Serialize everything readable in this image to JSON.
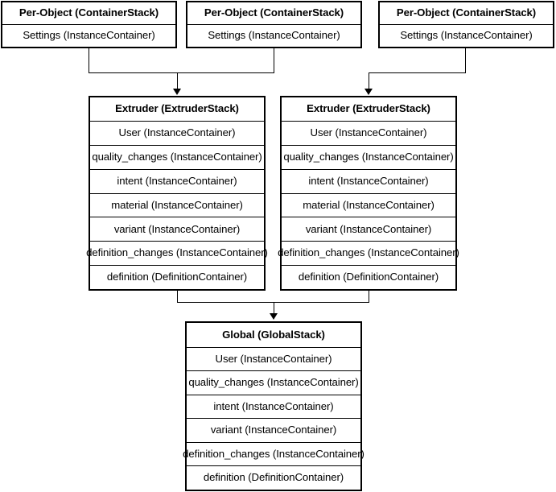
{
  "diagram": {
    "title": "Cura container stack hierarchy",
    "background_color": "#ffffff",
    "line_color": "#000000",
    "text_color": "#000000"
  },
  "boxes": [
    {
      "id": "per-object-1",
      "header": "Per-Object (ContainerStack)",
      "rows": [
        "Settings (InstanceContainer)"
      ]
    },
    {
      "id": "per-object-2",
      "header": "Per-Object (ContainerStack)",
      "rows": [
        "Settings (InstanceContainer)"
      ]
    },
    {
      "id": "per-object-3",
      "header": "Per-Object (ContainerStack)",
      "rows": [
        "Settings (InstanceContainer)"
      ]
    },
    {
      "id": "extruder-1",
      "header": "Extruder (ExtruderStack)",
      "rows": [
        "User (InstanceContainer)",
        "quality_changes (InstanceContainer)",
        "intent (InstanceContainer)",
        "material (InstanceContainer)",
        "variant (InstanceContainer)",
        "definition_changes (InstanceContainer)",
        "definition (DefinitionContainer)"
      ]
    },
    {
      "id": "extruder-2",
      "header": "Extruder (ExtruderStack)",
      "rows": [
        "User (InstanceContainer)",
        "quality_changes (InstanceContainer)",
        "intent (InstanceContainer)",
        "material (InstanceContainer)",
        "variant (InstanceContainer)",
        "definition_changes (InstanceContainer)",
        "definition (DefinitionContainer)"
      ]
    },
    {
      "id": "global",
      "header": "Global (GlobalStack)",
      "rows": [
        "User (InstanceContainer)",
        "quality_changes (InstanceContainer)",
        "intent (InstanceContainer)",
        "variant (InstanceContainer)",
        "definition_changes (InstanceContainer)",
        "definition (DefinitionContainer)"
      ]
    }
  ]
}
